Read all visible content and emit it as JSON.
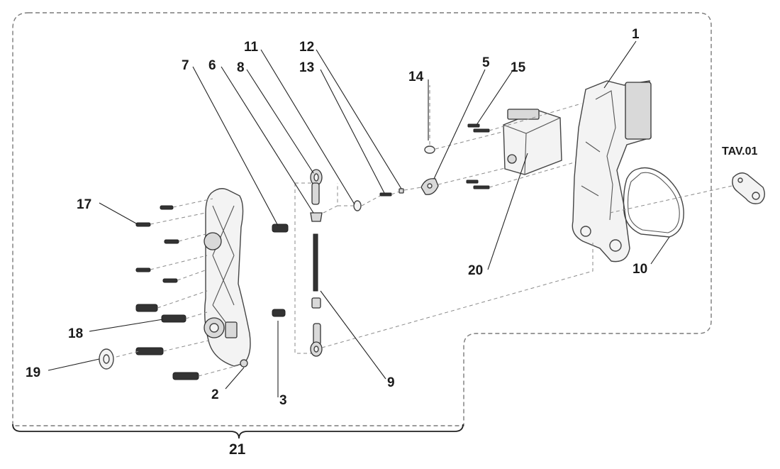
{
  "diagram": {
    "callouts": {
      "c1": "1",
      "c2": "2",
      "c3": "3",
      "c5": "5",
      "c6": "6",
      "c7": "7",
      "c8": "8",
      "c9": "9",
      "c10": "10",
      "c11": "11",
      "c12": "12",
      "c13": "13",
      "c14": "14",
      "c15": "15",
      "c17": "17",
      "c18": "18",
      "c19": "19",
      "c20": "20",
      "c21": "21",
      "tav": "TAV.01"
    }
  }
}
